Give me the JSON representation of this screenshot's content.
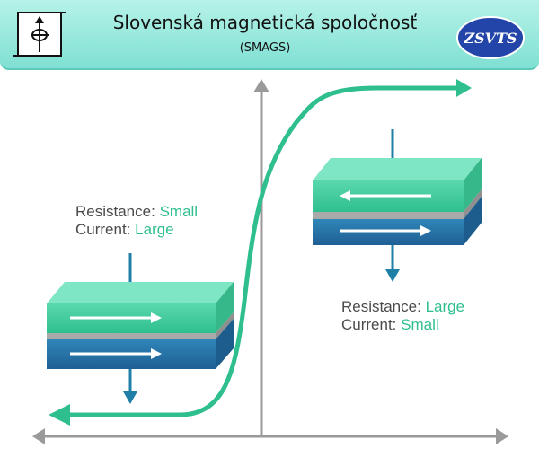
{
  "header": {
    "title": "Slovenská magnetická spoločnosť",
    "subtitle": "(SMAGS)",
    "right_logo_text": "ZSVTS"
  },
  "left_state": {
    "resistance_label": "Resistance:",
    "resistance_value": "Small",
    "current_label": "Current:",
    "current_value": "Large"
  },
  "right_state": {
    "resistance_label": "Resistance:",
    "resistance_value": "Large",
    "current_label": "Current:",
    "current_value": "Small"
  },
  "colors": {
    "header_bg": "#8fe5d9",
    "curve": "#2fbf8e",
    "axis": "#9a9a9a",
    "top_layer": "#48d0a3",
    "spacer": "#a9a9a9",
    "bottom_layer": "#2a7fb0",
    "field_arrow": "#1f7fa6",
    "value_text": "#2fbf8e",
    "label_text": "#4a4a4a"
  }
}
